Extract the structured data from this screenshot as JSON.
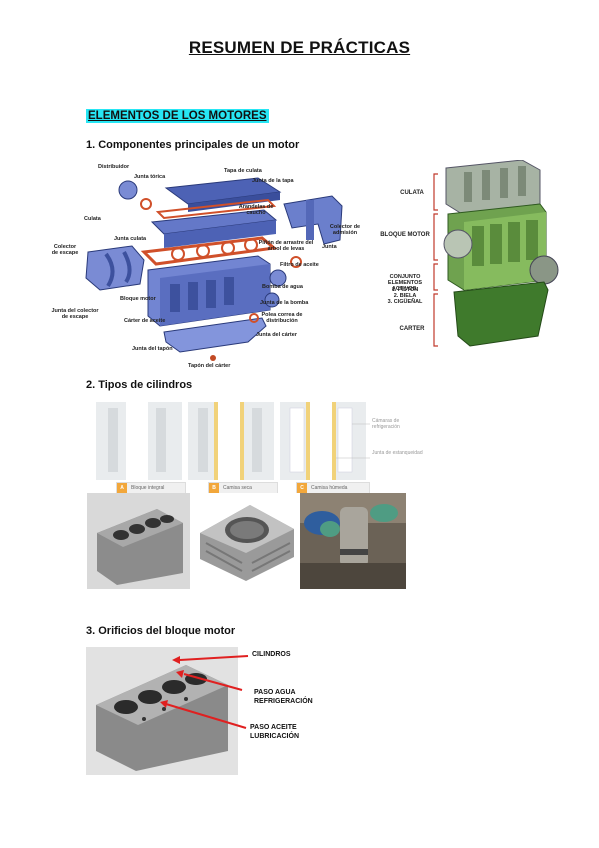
{
  "document": {
    "title": "RESUMEN DE PRÁCTICAS",
    "section_heading": "ELEMENTOS DE LOS MOTORES"
  },
  "fig1": {
    "heading": "1. Componentes principales de un motor",
    "labels": {
      "distribuidor": "Distribuidor",
      "junta_torica": "Junta tórica",
      "tapa_culata": "Tapa de culata",
      "junta_tapa": "Junta de la tapa",
      "arandelas": "Arandelas de caucho",
      "culata": "Culata",
      "colector_admision": "Colector de admisión",
      "junta_culata": "Junta culata",
      "junta": "Junta",
      "colector_escape": "Colector de escape",
      "pinon": "Piñón de arrastre del árbol de levas",
      "filtro_aceite": "Filtro de aceite",
      "bomba_agua": "Bomba de agua",
      "bloque_motor": "Bloque motor",
      "junta_colector": "Junta del colector de escape",
      "junta_bomba": "Junta de la bomba",
      "carter_aceite": "Cárter de aceite",
      "polea": "Polea correa de distribución",
      "junta_carter": "Junta del cárter",
      "junta_tapon": "Junta del tapón",
      "tapon_carter": "Tapón del cárter"
    },
    "engine_labels": {
      "culata": "CULATA",
      "bloque": "BLOQUE MOTOR",
      "conjunto_l1": "CONJUNTO",
      "conjunto_l2": "ELEMENTOS ACTIVOS:",
      "item1": "1. PISTON",
      "item2": "2. BIELA",
      "item3": "3. CIGÜEÑAL",
      "carter": "CARTER"
    }
  },
  "fig2": {
    "heading": "2. Tipos de cilindros",
    "captions": [
      {
        "letter": "A",
        "text": "Bloque integral"
      },
      {
        "letter": "B",
        "text": "Camisa seca"
      },
      {
        "letter": "C",
        "text": "Camisa húmeda"
      }
    ],
    "side_labels": {
      "camaras": "Cámaras de refrigeración",
      "junta": "Junta de estanqueidad"
    }
  },
  "fig3": {
    "heading": "3. Orificios del bloque motor",
    "labels": {
      "cilindros": "CILINDROS",
      "paso_agua_l1": "PASO AGUA",
      "paso_agua_l2": "REFRIGERACIÓN",
      "paso_aceite_l1": "PASO ACEITE",
      "paso_aceite_l2": "LUBRICACIÓN"
    }
  }
}
